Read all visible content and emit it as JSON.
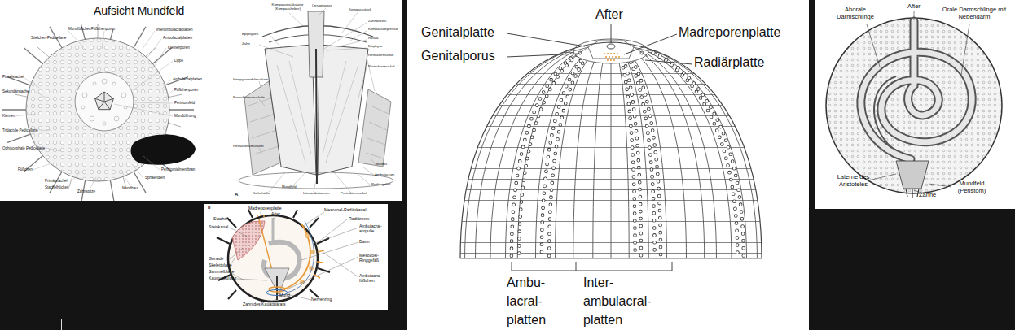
{
  "diagram": {
    "labels": [
      "Aufsicht Mundfeld",
      "Mundfüßchen",
      "Füßchenporen",
      "Stielchen-Pedicellarie",
      "Pinselstachel",
      "Sekundärstachel",
      "Kiemen",
      "Tridactyle Pedicellarie",
      "Ophiocephale Pedicellarie",
      "Füßchen",
      "Primärstachel",
      "Stachelhöcker",
      "Zahnspitze",
      "Interambulacralplatten",
      "Ambulacralplatten",
      "Kiemenporen",
      "Lippe",
      "Ambulacralplatten",
      "Füßchenporen",
      "Peristomfeld",
      "Mundöffnung",
      "Peristomialmembran",
      "Sphaeridien",
      "Mundhaut",
      "Kompassmuskulatur (Kompassheber)",
      "Oesophagus",
      "Kompassstück",
      "Epiphysen",
      "Zahn",
      "Zahnwurzel",
      "Kompassdepressor",
      "Rotula",
      "Epiphyse",
      "Retraktormuskel",
      "Protraktormuskel",
      "Interpyramidalmuskeln",
      "Protraktionsmuskeln",
      "Retraktionsmuskeln",
      "Mundfeld",
      "Kieferhälfte",
      "Interambulacrum",
      "Protraktormuskel",
      "Radiärgefäß",
      "Ambulacrum",
      "Bulbus",
      "A",
      "b",
      "Madreporenplatte",
      "Mesocoel-Radiärkanal",
      "After",
      "Stachel",
      "Radiärnerv",
      "Steinkanal",
      "Ambulacral- ampulle",
      "Darm",
      "Gonade",
      "Skelettplatte",
      "Sammelblase",
      "Kaumuskulatur",
      "Mesocoel- Ringgefäß",
      "Ambulacral- füßchen",
      "Mund",
      "Nervenring",
      "Zahn des Kauapparats",
      "After",
      "Genitalplatte",
      "Madreporenplatte",
      "Genitalporus",
      "Radiärplatte",
      "Ambu- lacral- platten",
      "Inter- ambulacral- platten",
      "Aborale Darmschlinge",
      "After",
      "Orale Darmschlinge mit Nebendarm",
      "Laterne des Aristoteles",
      "Zähne",
      "Mundfeld (Peristom)"
    ]
  }
}
